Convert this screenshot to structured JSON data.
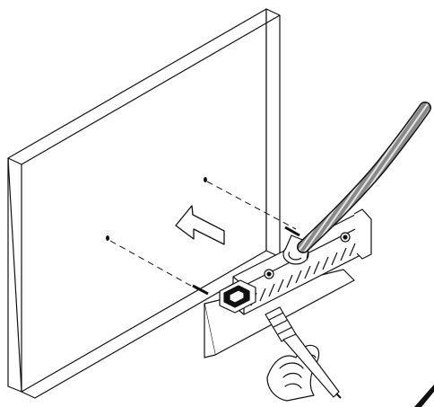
{
  "figure": {
    "kind": "line-art installation diagram",
    "background": "#ffffff",
    "stroke_color": "#111111",
    "hose_color": "#888888",
    "hose_stripe_color": "#e6e6e6",
    "arrow_direction": "left",
    "parts": [
      "wall-panel",
      "mounting-hole-upper",
      "mounting-hole-lower",
      "guide-line-upper",
      "guide-line-lower",
      "direction-arrow",
      "bracket-assembly",
      "hose",
      "hose-connector",
      "latch-clip",
      "hand",
      "screwdriver"
    ]
  }
}
